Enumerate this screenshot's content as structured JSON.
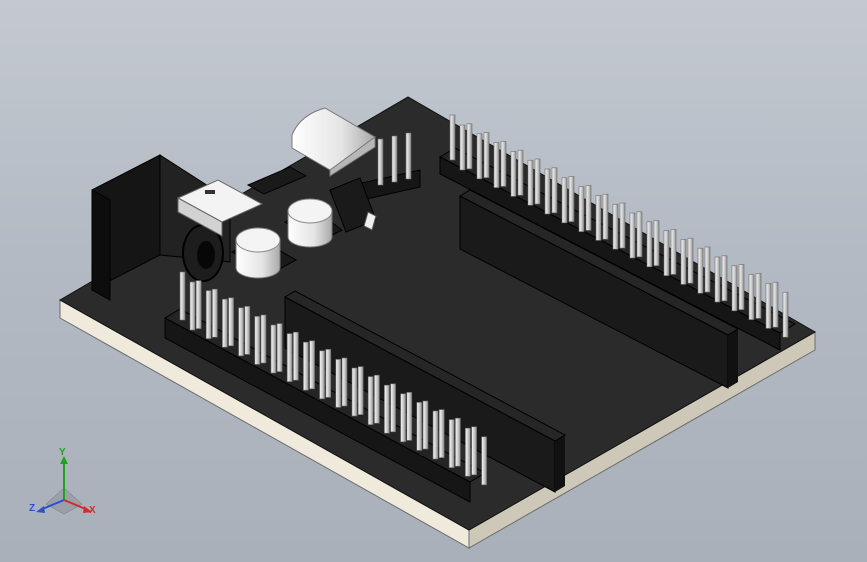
{
  "viewport": {
    "background_top": "#c4c9d1",
    "background_bottom": "#a9b0ba"
  },
  "model": {
    "board_color": "#2b2b2b",
    "board_edge_color": "#efeadb",
    "header_color": "#1e1e1e",
    "pin_color": "#e6e6e6",
    "components": [
      "dc-power-jack",
      "usb-connector",
      "electrolytic-capacitor",
      "electrolytic-capacitor",
      "crystal",
      "pin-header",
      "female-header"
    ]
  },
  "triad": {
    "x_label": "X",
    "y_label": "Y",
    "z_label": "Z",
    "x_color": "#d42b2b",
    "y_color": "#1fa31f",
    "z_color": "#2b50d4"
  }
}
